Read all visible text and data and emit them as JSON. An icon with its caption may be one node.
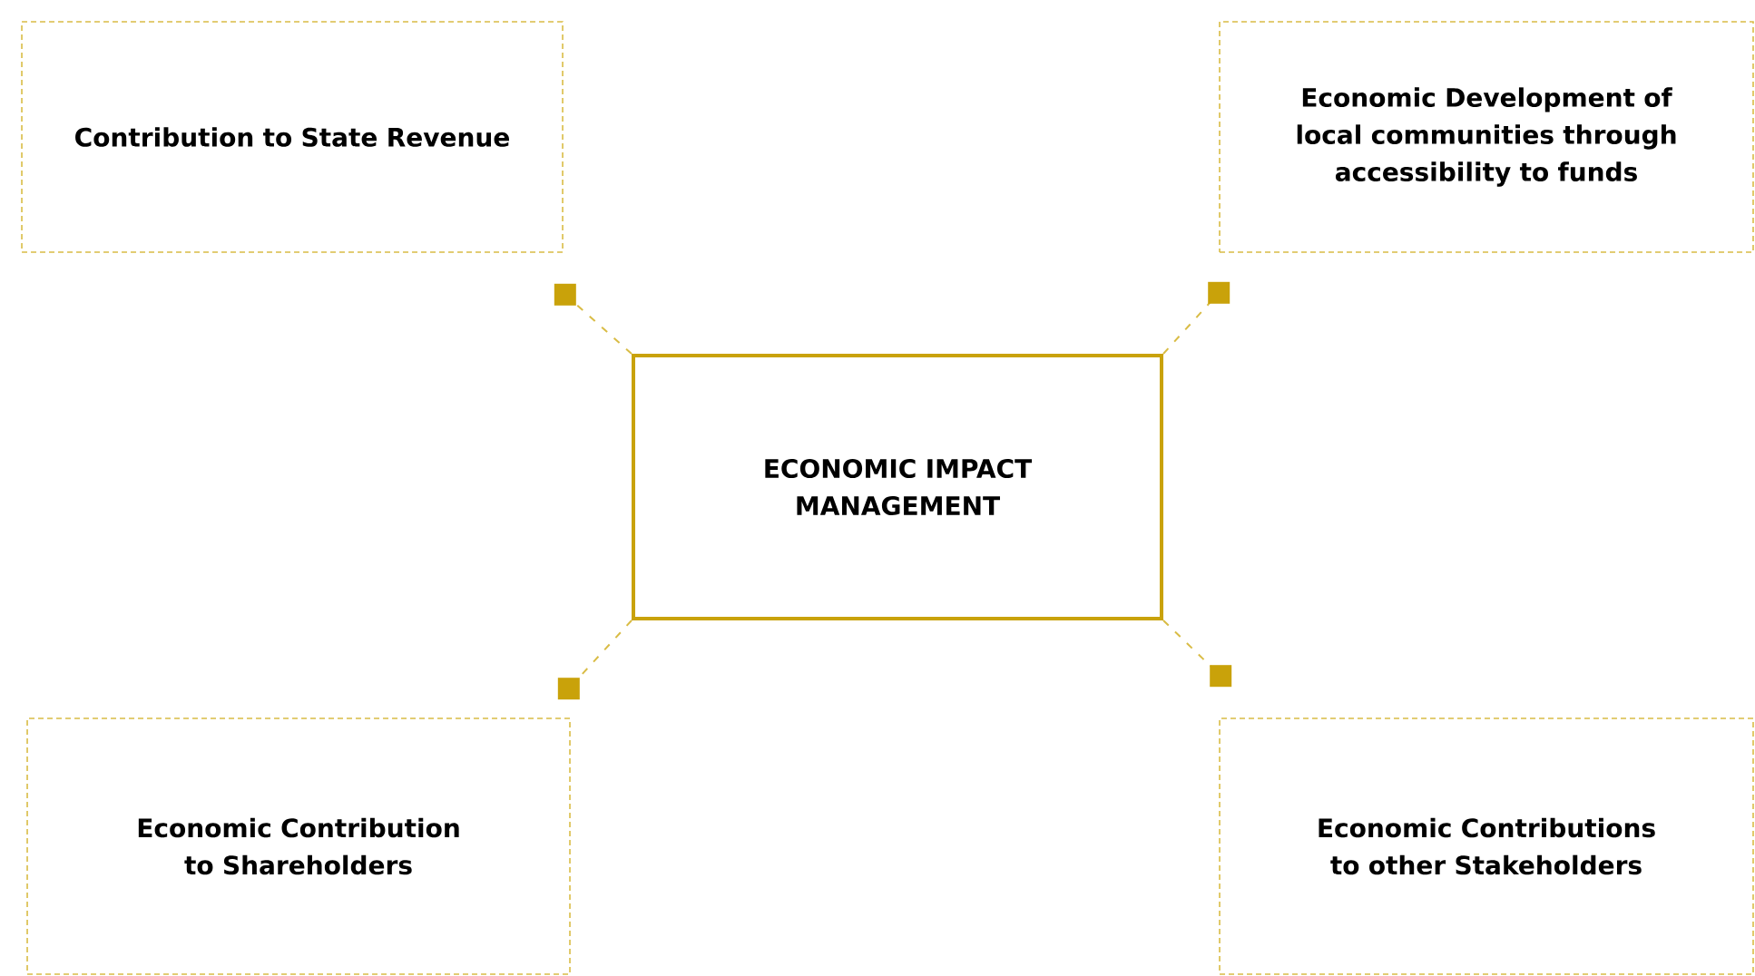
{
  "diagram": {
    "nodes": [
      {
        "text": [
          "Contribution to State Revenue"
        ]
      },
      {
        "text": [
          "Economic Development of local communities through accessibility to funds"
        ]
      },
      {
        "text": [
          "ECONOMIC IMPACT MANAGEMENT"
        ]
      },
      {
        "text": [
          "Economic Contribution to Shareholders"
        ]
      },
      {
        "text": [
          "Economic Contributions to other Stakeholders"
        ]
      }
    ],
    "edges": [
      {
        "from": 2,
        "to": 0,
        "arrow": "other",
        "style": "dashed"
      },
      {
        "from": 2,
        "to": 1,
        "arrow": "other",
        "style": "dashed"
      },
      {
        "from": 2,
        "to": 3,
        "arrow": "other",
        "style": "dashed"
      },
      {
        "from": 2,
        "to": 4,
        "arrow": "other",
        "style": "dashed"
      }
    ]
  }
}
